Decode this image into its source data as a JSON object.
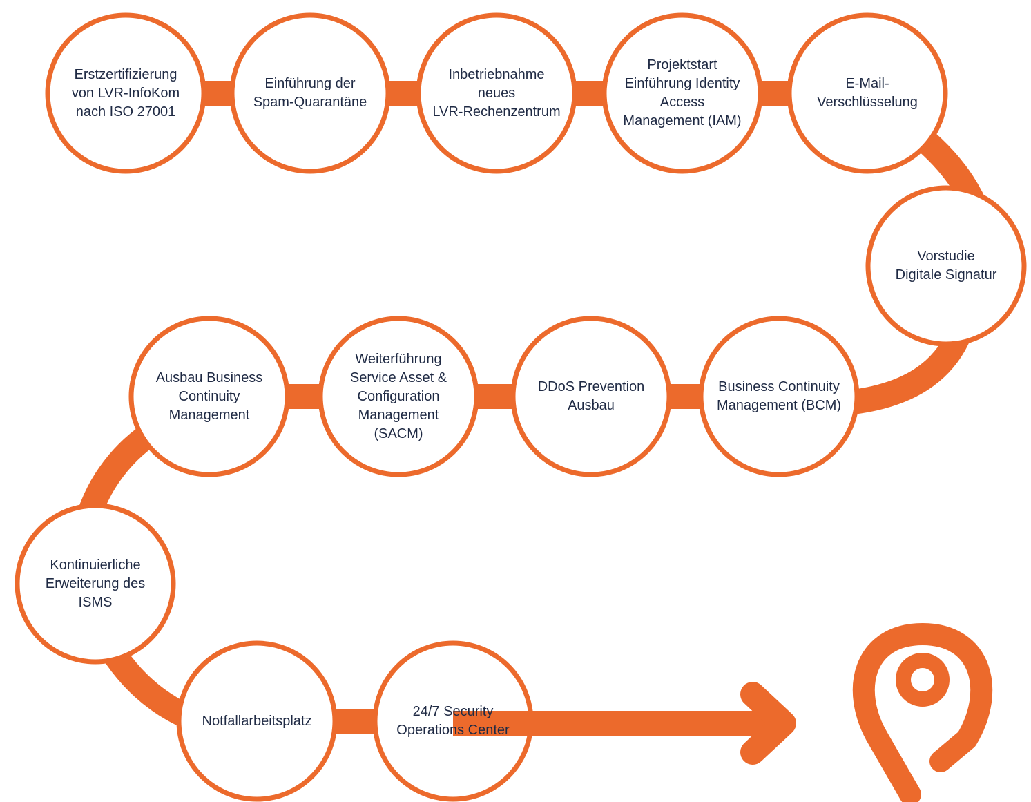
{
  "colors": {
    "accent": "#ec6a2c",
    "text": "#1f2a44",
    "fill": "#ffffff"
  },
  "milestones": [
    {
      "label": "Erstzertifizierung\nvon LVR-InfoKom\nnach ISO 27001"
    },
    {
      "label": "Einführung der\nSpam-Quarantäne"
    },
    {
      "label": "Inbetriebnahme\nneues\nLVR-Rechenzentrum"
    },
    {
      "label": "Projektstart\nEinführung Identity\nAccess\nManagement (IAM)"
    },
    {
      "label": "E-Mail-\nVerschlüsselung"
    },
    {
      "label": "Vorstudie\nDigitale Signatur"
    },
    {
      "label": "Business Continuity\nManagement (BCM)"
    },
    {
      "label": "DDoS Prevention\nAusbau"
    },
    {
      "label": "Weiterführung\nService Asset &\nConfiguration\nManagement\n(SACM)"
    },
    {
      "label": "Ausbau Business\nContinuity\nManagement"
    },
    {
      "label": "Kontinuierliche\nErweiterung des\nISMS"
    },
    {
      "label": "Notfallarbeitsplatz"
    },
    {
      "label": "24/7 Security\nOperations Center"
    }
  ],
  "end_marker": {
    "icon": "location-pin-icon",
    "arrow": "arrow-right-icon"
  }
}
